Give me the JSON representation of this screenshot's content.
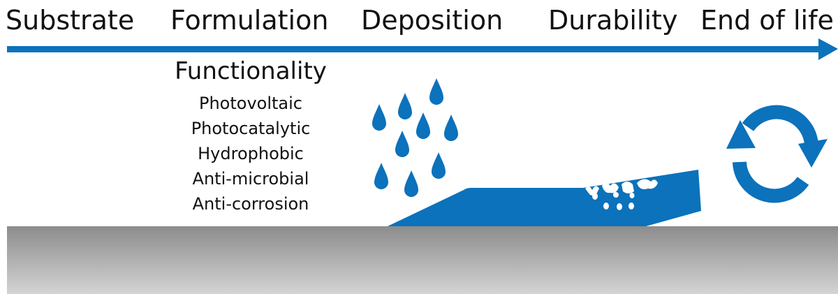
{
  "stages": [
    "Substrate",
    "Formulation",
    "Deposition",
    "Durability",
    "End of life"
  ],
  "functionality": {
    "heading": "Functionality",
    "items": [
      "Photovoltaic",
      "Photocatalytic",
      "Hydrophobic",
      "Anti-microbial",
      "Anti-corrosion"
    ]
  },
  "colors": {
    "accent": "#0b72bb",
    "substrate_top": "#8c8c8c",
    "substrate_bottom": "#d2d2d2",
    "text": "#111111"
  },
  "icons": {
    "droplets": "raindrop-icon",
    "recycle": "recycle-arrows-icon"
  }
}
